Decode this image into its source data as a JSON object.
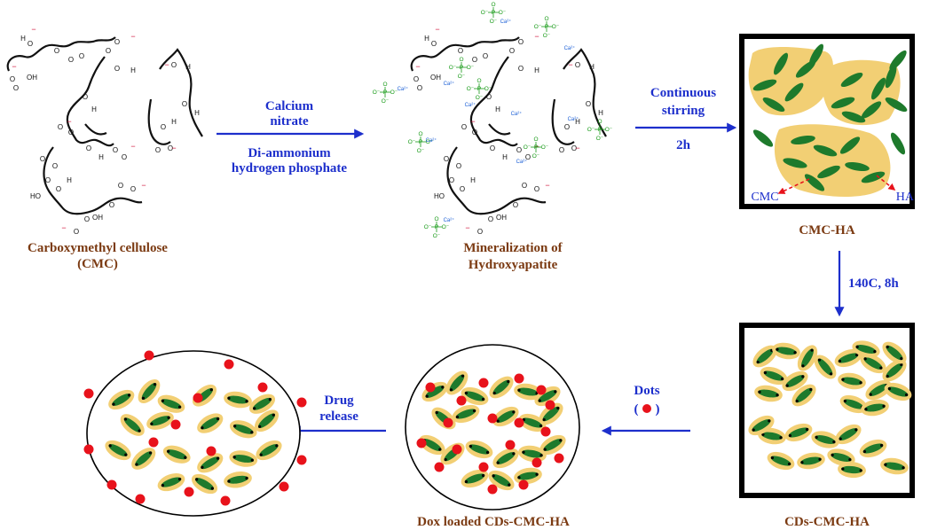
{
  "colors": {
    "arrow": "#1d2fcc",
    "caption": "#7b3a12",
    "rod": "#1e7a2c",
    "coat": "#f2cf74",
    "dot": "#e8121b",
    "phosphate": "#169a16",
    "calcium": "#1b5fd6",
    "charge": "#d0103a",
    "pointer": "#e8121b"
  },
  "labels": {
    "cmc_line1": "Carboxymethyl cellulose",
    "cmc_line2": "(CMC)",
    "mineral_line1": "Mineralization of",
    "mineral_line2": "Hydroxyapatite",
    "cmc_ha": "CMC-HA",
    "cds": "CDs-CMC-HA",
    "dox": "Dox loaded CDs-CMC-HA",
    "inset_cmc": "CMC",
    "inset_ha": "HA"
  },
  "arrows": {
    "step1": {
      "above1": "Calcium",
      "above2": "nitrate",
      "below1": "Di-ammonium",
      "below2": "hydrogen phosphate"
    },
    "step2": {
      "above1": "Continuous",
      "above2": "stirring",
      "below": "2h"
    },
    "step3": {
      "label": "140C, 8h"
    },
    "step4": {
      "label1": "Dots",
      "open": "(",
      "close": ")"
    },
    "step5": {
      "label1": "Drug",
      "label2": "release"
    }
  },
  "chem": {
    "o": "O",
    "h": "H",
    "oh": "OH",
    "ho": "HO",
    "minus": "−",
    "p": "P",
    "o_minus": "O⁻",
    "ca": "Ca²⁺"
  }
}
